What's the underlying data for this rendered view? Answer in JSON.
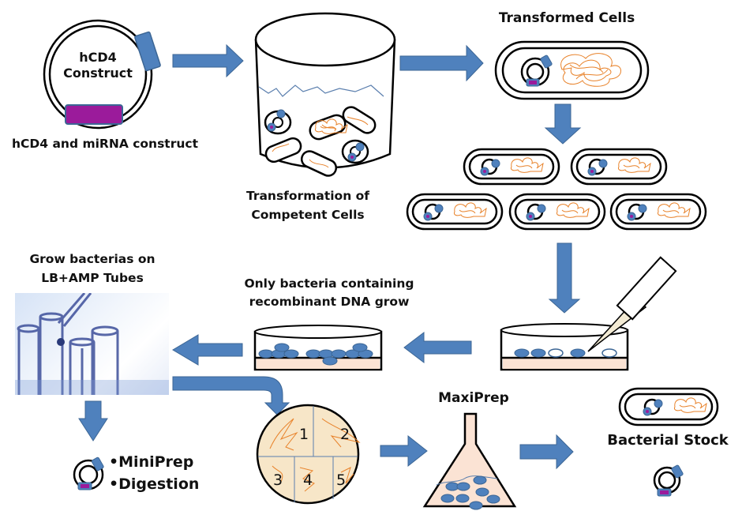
{
  "colors": {
    "arrow": "#4f81bd",
    "arrow_stroke": "#3c6695",
    "insert": "#9b1b9b",
    "gene": "#4f81bd",
    "chromosome": "#e8822a",
    "agar": "#fbe3d4",
    "colony": "#4f81bd",
    "water_line": "#5b7fae",
    "plate_bg": "#f7e6c8"
  },
  "steps": {
    "construct": {
      "inner_label": [
        "hCD4",
        "Construct"
      ],
      "caption": "hCD4 and miRNA construct"
    },
    "transformation": {
      "caption": [
        "Transformation of",
        "Competent Cells"
      ]
    },
    "transformed": {
      "title": "Transformed Cells"
    },
    "selection": {
      "caption": [
        "Only bacteria containing",
        "recombinant DNA grow"
      ]
    },
    "grow": {
      "caption": [
        "Grow bacterias on",
        "LB+AMP Tubes"
      ]
    },
    "analysis": {
      "items": [
        "•MiniPrep",
        "•Digestion"
      ]
    },
    "streak_plate": {
      "sectors": [
        "1",
        "2",
        "3",
        "4",
        "5"
      ]
    },
    "maxiprep": {
      "title": "MaxiPrep"
    },
    "stock": {
      "title": "Bacterial Stock"
    }
  }
}
